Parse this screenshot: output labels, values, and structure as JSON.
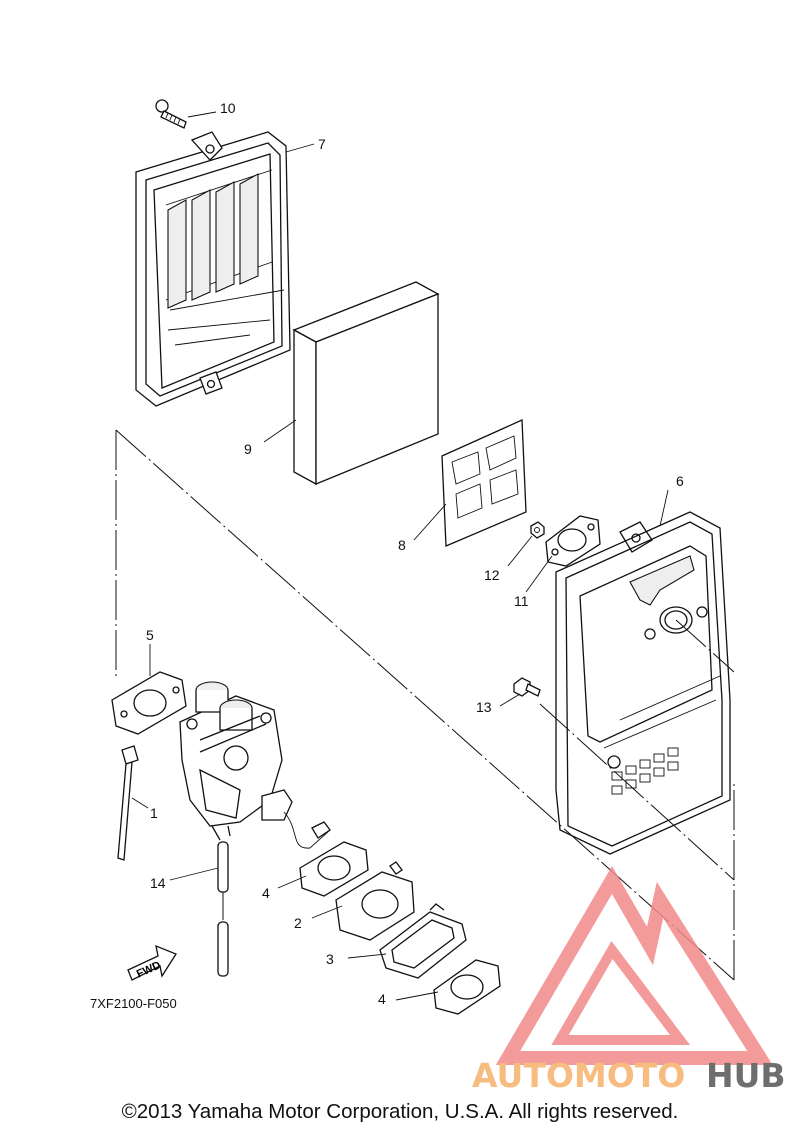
{
  "parts": {
    "p1": "1",
    "p2": "2",
    "p3": "3",
    "p4a": "4",
    "p4b": "4",
    "p5": "5",
    "p6": "6",
    "p7": "7",
    "p8": "8",
    "p9": "9",
    "p10": "10",
    "p11": "11",
    "p12": "12",
    "p13": "13",
    "p14": "14"
  },
  "fwd_label": "FWD",
  "figure_code": "7XF2100-F050",
  "copyright": "©2013 Yamaha Motor Corporation, U.S.A. All rights reserved.",
  "watermark": {
    "word_a": "AUTOMOTO",
    "word_b": "HUB",
    "color_a": "#f6b26b",
    "color_b": "#555555",
    "triangle_color": "#f28a8a"
  }
}
